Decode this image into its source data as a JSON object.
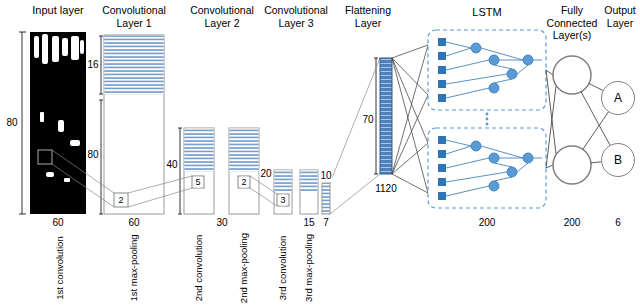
{
  "diagram": {
    "nodes": [
      {
        "text": [
          "A"
        ]
      },
      {
        "text": [
          "B"
        ]
      }
    ],
    "labels": [
      "Input layer",
      "Convolutional Layer 1",
      "Convolutional Layer 2",
      "Convolutional Layer 3",
      "Flattening Layer",
      "LSTM",
      "Fully Connected Layer(s)",
      "Output Layer",
      "80",
      "60",
      "16",
      "80",
      "2",
      "60",
      "40",
      "5",
      "2",
      "30",
      "20",
      "3",
      "10",
      "15",
      "7",
      "70",
      "1120",
      "200",
      "200",
      "6",
      "1st convolution",
      "1st max-pooling",
      "2nd convolution",
      "2nd max-pooling",
      "3rd convolution",
      "3rd max-pooling"
    ]
  }
}
